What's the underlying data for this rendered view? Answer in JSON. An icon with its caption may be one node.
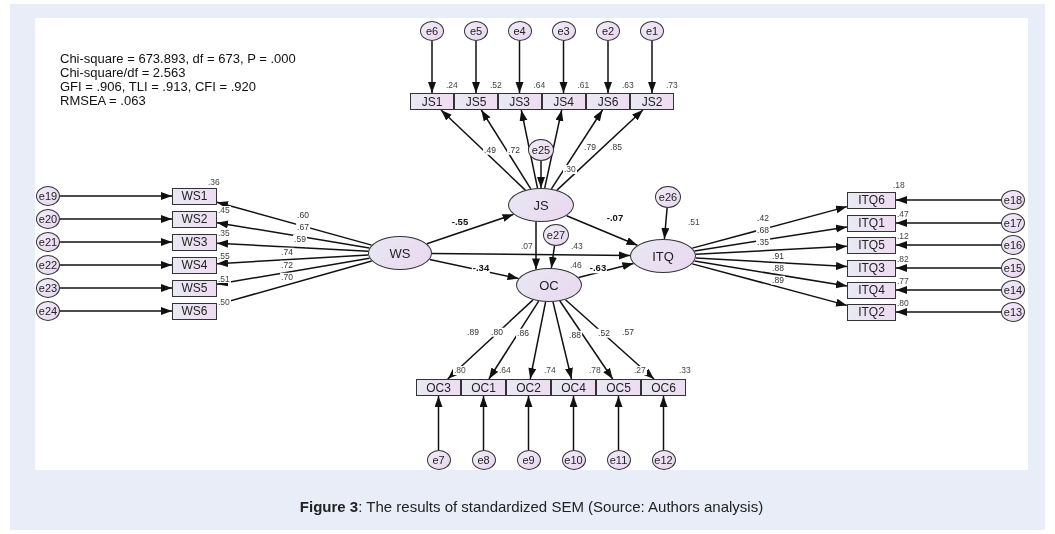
{
  "diagram": {
    "caption": "**Figure 3**: The results of standardized SEM (Source: Authors analysis)",
    "nodes": [
      {
        "text": [
          "e6"
        ]
      },
      {
        "text": [
          "e5"
        ]
      },
      {
        "text": [
          "e4"
        ]
      },
      {
        "text": [
          "e3"
        ]
      },
      {
        "text": [
          "e2"
        ]
      },
      {
        "text": [
          "e1"
        ]
      },
      {
        "text": [
          "JS1"
        ],
        "beside": [
          ".24"
        ]
      },
      {
        "text": [
          "JS5"
        ],
        "beside": [
          ".52"
        ]
      },
      {
        "text": [
          "JS3"
        ],
        "beside": [
          ".64"
        ]
      },
      {
        "text": [
          "JS4"
        ],
        "beside": [
          ".61"
        ]
      },
      {
        "text": [
          "JS6"
        ],
        "beside": [
          ".63"
        ]
      },
      {
        "text": [
          "JS2"
        ],
        "beside": [
          ".73"
        ]
      },
      {
        "text": [
          "e25"
        ]
      },
      {
        "text": [
          "e19"
        ]
      },
      {
        "text": [
          "e20"
        ]
      },
      {
        "text": [
          "e21"
        ]
      },
      {
        "text": [
          "e22"
        ]
      },
      {
        "text": [
          "e23"
        ]
      },
      {
        "text": [
          "e24"
        ]
      },
      {
        "text": [
          "WS1"
        ],
        "beside": [
          ".36"
        ]
      },
      {
        "text": [
          "WS2"
        ],
        "beside": [
          ".45"
        ]
      },
      {
        "text": [
          "WS3"
        ],
        "beside": [
          ".35"
        ]
      },
      {
        "text": [
          "WS4"
        ],
        "beside": [
          ".55"
        ]
      },
      {
        "text": [
          "WS5"
        ],
        "beside": [
          ".51"
        ]
      },
      {
        "text": [
          "WS6"
        ],
        "beside": [
          ".50"
        ]
      },
      {
        "text": [
          "WS"
        ]
      },
      {
        "text": [
          "JS"
        ],
        "beside": [
          ".30"
        ]
      },
      {
        "text": [
          "e26"
        ]
      },
      {
        "text": [
          "e27"
        ]
      },
      {
        "text": [
          "ITQ"
        ],
        "beside": [
          ".51"
        ]
      },
      {
        "text": [
          "OC"
        ],
        "beside": [
          ".46"
        ]
      },
      {
        "text": [
          "ITQ6"
        ],
        "beside": [
          ".18"
        ]
      },
      {
        "text": [
          "ITQ1"
        ],
        "beside": [
          ".47"
        ]
      },
      {
        "text": [
          "ITQ5"
        ],
        "beside": [
          ".12"
        ]
      },
      {
        "text": [
          "ITQ3"
        ],
        "beside": [
          ".82"
        ]
      },
      {
        "text": [
          "ITQ4"
        ],
        "beside": [
          ".77"
        ]
      },
      {
        "text": [
          "ITQ2"
        ],
        "beside": [
          ".80"
        ]
      },
      {
        "text": [
          "e18"
        ]
      },
      {
        "text": [
          "e17"
        ]
      },
      {
        "text": [
          "e16"
        ]
      },
      {
        "text": [
          "e15"
        ]
      },
      {
        "text": [
          "e14"
        ]
      },
      {
        "text": [
          "e13"
        ]
      },
      {
        "text": [
          "OC3"
        ],
        "beside": [
          ".80"
        ]
      },
      {
        "text": [
          "OC1"
        ],
        "beside": [
          ".64"
        ]
      },
      {
        "text": [
          "OC2"
        ],
        "beside": [
          ".74"
        ]
      },
      {
        "text": [
          "OC4"
        ],
        "beside": [
          ".78"
        ]
      },
      {
        "text": [
          "OC5"
        ],
        "beside": [
          ".27"
        ]
      },
      {
        "text": [
          "OC6"
        ],
        "beside": [
          ".33"
        ]
      },
      {
        "text": [
          "e7"
        ]
      },
      {
        "text": [
          "e8"
        ]
      },
      {
        "text": [
          "e9"
        ]
      },
      {
        "text": [
          "e10"
        ]
      },
      {
        "text": [
          "e11"
        ]
      },
      {
        "text": [
          "e12"
        ]
      }
    ],
    "edges": [
      {
        "from": 0,
        "to": 6,
        "arrow": "to"
      },
      {
        "from": 1,
        "to": 7,
        "arrow": "to"
      },
      {
        "from": 2,
        "to": 8,
        "arrow": "to"
      },
      {
        "from": 3,
        "to": 9,
        "arrow": "to"
      },
      {
        "from": 4,
        "to": 10,
        "arrow": "to"
      },
      {
        "from": 5,
        "to": 11,
        "arrow": "to"
      },
      {
        "from": 26,
        "to": 6,
        "arrow": "to",
        "label": ".49"
      },
      {
        "from": 26,
        "to": 7,
        "arrow": "to",
        "label": ".72"
      },
      {
        "from": 26,
        "to": 8,
        "arrow": "to"
      },
      {
        "from": 26,
        "to": 9,
        "arrow": "to"
      },
      {
        "from": 26,
        "to": 10,
        "arrow": "to",
        "label": ".79"
      },
      {
        "from": 26,
        "to": 11,
        "arrow": "to",
        "label": ".85"
      },
      {
        "from": 12,
        "to": 26,
        "arrow": "to"
      },
      {
        "from": 13,
        "to": 19,
        "arrow": "to"
      },
      {
        "from": 14,
        "to": 20,
        "arrow": "to"
      },
      {
        "from": 15,
        "to": 21,
        "arrow": "to"
      },
      {
        "from": 16,
        "to": 22,
        "arrow": "to"
      },
      {
        "from": 17,
        "to": 23,
        "arrow": "to"
      },
      {
        "from": 18,
        "to": 24,
        "arrow": "to"
      },
      {
        "from": 25,
        "to": 19,
        "arrow": "to",
        "label": ".60"
      },
      {
        "from": 25,
        "to": 20,
        "arrow": "to",
        "label": ".67"
      },
      {
        "from": 25,
        "to": 21,
        "arrow": "to",
        "label": ".59"
      },
      {
        "from": 25,
        "to": 22,
        "arrow": "to",
        "label": ".74"
      },
      {
        "from": 25,
        "to": 23,
        "arrow": "to",
        "label": ".72"
      },
      {
        "from": 25,
        "to": 24,
        "arrow": "to",
        "label": ".70"
      },
      {
        "from": 25,
        "to": 26,
        "arrow": "to",
        "label": "-.55"
      },
      {
        "from": 25,
        "to": 30,
        "arrow": "to",
        "label": "-.34"
      },
      {
        "from": 25,
        "to": 29,
        "arrow": "to"
      },
      {
        "from": 26,
        "to": 29,
        "arrow": "to",
        "label": "-.07"
      },
      {
        "from": 30,
        "to": 29,
        "arrow": "to",
        "label": "-.63"
      },
      {
        "from": 26,
        "to": 30,
        "arrow": "to"
      },
      {
        "from": 27,
        "to": 29,
        "arrow": "to"
      },
      {
        "from": 28,
        "to": 30,
        "arrow": "to"
      },
      {
        "from": 29,
        "to": 31,
        "arrow": "to",
        "label": ".42"
      },
      {
        "from": 29,
        "to": 32,
        "arrow": "to",
        "label": ".68"
      },
      {
        "from": 29,
        "to": 33,
        "arrow": "to",
        "label": ".35"
      },
      {
        "from": 29,
        "to": 34,
        "arrow": "to",
        "label": ".91"
      },
      {
        "from": 29,
        "to": 35,
        "arrow": "to",
        "label": ".88"
      },
      {
        "from": 29,
        "to": 36,
        "arrow": "to",
        "label": ".89"
      },
      {
        "from": 37,
        "to": 31,
        "arrow": "to"
      },
      {
        "from": 38,
        "to": 32,
        "arrow": "to"
      },
      {
        "from": 39,
        "to": 33,
        "arrow": "to"
      },
      {
        "from": 40,
        "to": 34,
        "arrow": "to"
      },
      {
        "from": 41,
        "to": 35,
        "arrow": "to"
      },
      {
        "from": 42,
        "to": 36,
        "arrow": "to"
      },
      {
        "from": 30,
        "to": 43,
        "arrow": "to",
        "label": ".89"
      },
      {
        "from": 30,
        "to": 44,
        "arrow": "to",
        "label": ".80"
      },
      {
        "from": 30,
        "to": 45,
        "arrow": "to",
        "label": ".86"
      },
      {
        "from": 30,
        "to": 46,
        "arrow": "to",
        "label": ".88"
      },
      {
        "from": 30,
        "to": 47,
        "arrow": "to",
        "label": ".52"
      },
      {
        "from": 30,
        "to": 48,
        "arrow": "to",
        "label": ".57"
      },
      {
        "from": 49,
        "to": 43,
        "arrow": "to"
      },
      {
        "from": 50,
        "to": 44,
        "arrow": "to"
      },
      {
        "from": 51,
        "to": 45,
        "arrow": "to"
      },
      {
        "from": 52,
        "to": 46,
        "arrow": "to"
      },
      {
        "from": 53,
        "to": 47,
        "arrow": "to"
      },
      {
        "from": 54,
        "to": 48,
        "arrow": "to"
      }
    ],
    "labels": [
      "Chi-square = 673.893, df = 673, P = .000",
      "Chi-square/df = 2.563",
      "GFI = .906, TLI = .913, CFI = .920",
      "RMSEA = .063",
      ".07",
      ".43"
    ]
  }
}
